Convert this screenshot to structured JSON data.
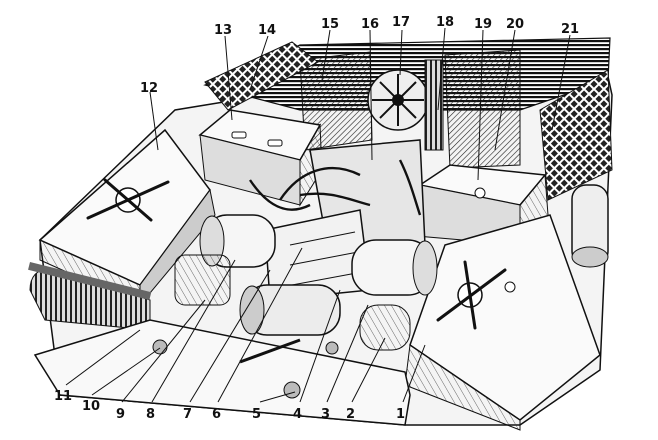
{
  "figure": {
    "subject": "engine-compartment-illustration",
    "callouts": [
      {
        "id": "1",
        "label": "1"
      },
      {
        "id": "2",
        "label": "2"
      },
      {
        "id": "3",
        "label": "3"
      },
      {
        "id": "4",
        "label": "4"
      },
      {
        "id": "5",
        "label": "5"
      },
      {
        "id": "6",
        "label": "6"
      },
      {
        "id": "7",
        "label": "7"
      },
      {
        "id": "8",
        "label": "8"
      },
      {
        "id": "9",
        "label": "9"
      },
      {
        "id": "10",
        "label": "10"
      },
      {
        "id": "11",
        "label": "11"
      },
      {
        "id": "12",
        "label": "12"
      },
      {
        "id": "13",
        "label": "13"
      },
      {
        "id": "14",
        "label": "14"
      },
      {
        "id": "15",
        "label": "15"
      },
      {
        "id": "16",
        "label": "16"
      },
      {
        "id": "17",
        "label": "17"
      },
      {
        "id": "18",
        "label": "18"
      },
      {
        "id": "19",
        "label": "19"
      },
      {
        "id": "20",
        "label": "20"
      },
      {
        "id": "21",
        "label": "21"
      }
    ]
  }
}
